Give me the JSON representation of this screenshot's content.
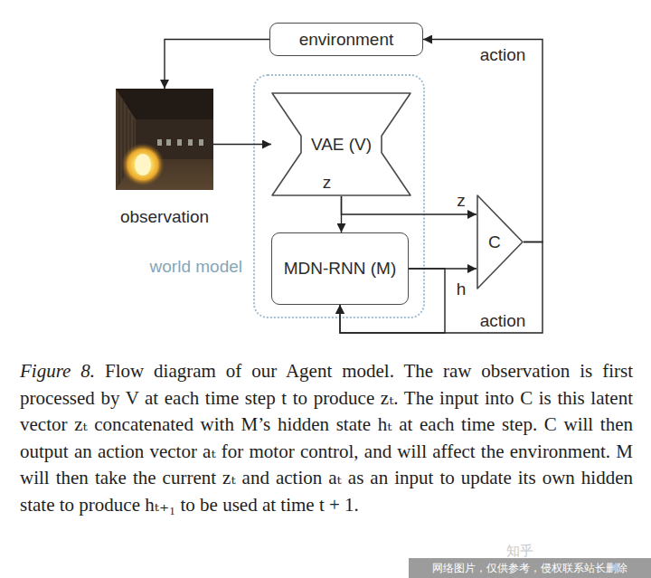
{
  "diagram": {
    "caption": "Figure 8. Flow diagram of our Agent model. The raw observation is first processed by V at each time step t to produce zₜ. The input into C is this latent vector zₜ concatenated with M’s hidden state hₜ at each time step. C will then output an action vector aₜ for motor control, and will affect the environment. M will then take the current zₜ and action aₜ as an input to update its own hidden state to produce hₜ₊₁ to be used at time t + 1.",
    "nodes": [
      {
        "text": [
          "environment"
        ]
      },
      {
        "text": [
          "observation"
        ]
      },
      {
        "text": [
          "world model"
        ]
      },
      {
        "text": [
          "VAE (V)"
        ],
        "in": 2
      },
      {
        "text": [
          "MDN-RNN (M)"
        ],
        "in": 2
      },
      {
        "text": [
          "C"
        ]
      }
    ],
    "edges": [
      {
        "from": 0,
        "to": 1,
        "arrow": "to"
      },
      {
        "from": 1,
        "to": 3,
        "arrow": "to"
      },
      {
        "from": 3,
        "to": 4,
        "label": "z",
        "arrow": "to"
      },
      {
        "from": 3,
        "to": 5,
        "label": "z",
        "arrow": "to"
      },
      {
        "from": 4,
        "to": 5,
        "label": "h",
        "arrow": "to"
      },
      {
        "from": 5,
        "to": 0,
        "label": "action",
        "arrow": "to"
      },
      {
        "from": 5,
        "to": 4,
        "label": "action",
        "arrow": "to"
      },
      {
        "from": 4,
        "to": 4,
        "arrow": "to"
      }
    ],
    "labels": [
      "知乎",
      "网络图片，仅供参考，侵权联系站长删除"
    ]
  }
}
